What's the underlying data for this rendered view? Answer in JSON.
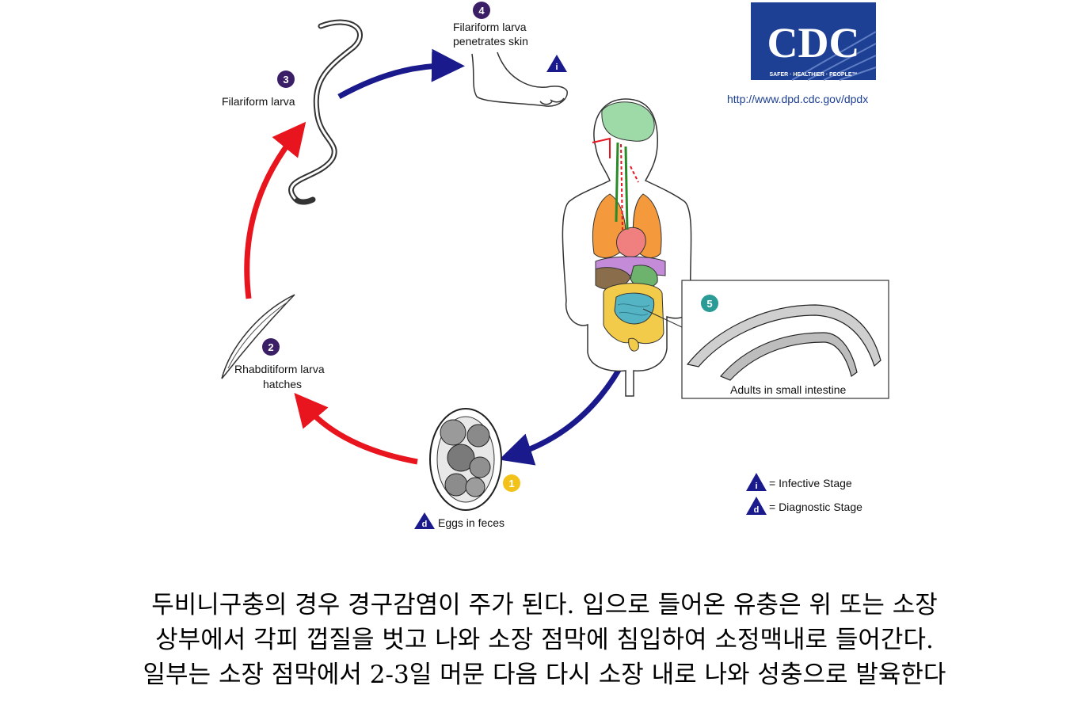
{
  "stages": {
    "s1": {
      "number": "1",
      "label": "Eggs in feces",
      "marker": "d"
    },
    "s2": {
      "number": "2",
      "label_line1": "Rhabditiform larva",
      "label_line2": "hatches"
    },
    "s3": {
      "number": "3",
      "label": "Filariform larva"
    },
    "s4": {
      "number": "4",
      "label_line1": "Filariform larva",
      "label_line2": "penetrates skin",
      "marker": "i"
    },
    "s5": {
      "number": "5",
      "label": "Adults in small intestine"
    }
  },
  "legend": {
    "infective": {
      "marker": "i",
      "label": "= Infective Stage"
    },
    "diagnostic": {
      "marker": "d",
      "label": "= Diagnostic Stage"
    }
  },
  "logo": {
    "text": "CDC",
    "tagline": "SAFER · HEALTHIER · PEOPLE™",
    "url": "http://www.dpd.cdc.gov/dpdx"
  },
  "colors": {
    "infective_arrow": "#1a1a8c",
    "diagnostic_arrow": "#e8141e",
    "stage_number_purple": "#3b1f66",
    "stage_number_teal": "#2a9b95",
    "stage_number_yellow": "#f2c21a",
    "cdc_blue": "#1d3f94"
  },
  "caption": {
    "line1": "두비니구충의 경우 경구감염이 주가 된다. 입으로 들어온 유충은 위 또는 소장",
    "line2": "상부에서 각피 껍질을 벗고 나와 소장 점막에 침입하여 소정맥내로 들어간다.",
    "line3": "일부는 소장 점막에서 2-3일 머문 다음 다시 소장 내로 나와 성충으로 발육한다"
  }
}
